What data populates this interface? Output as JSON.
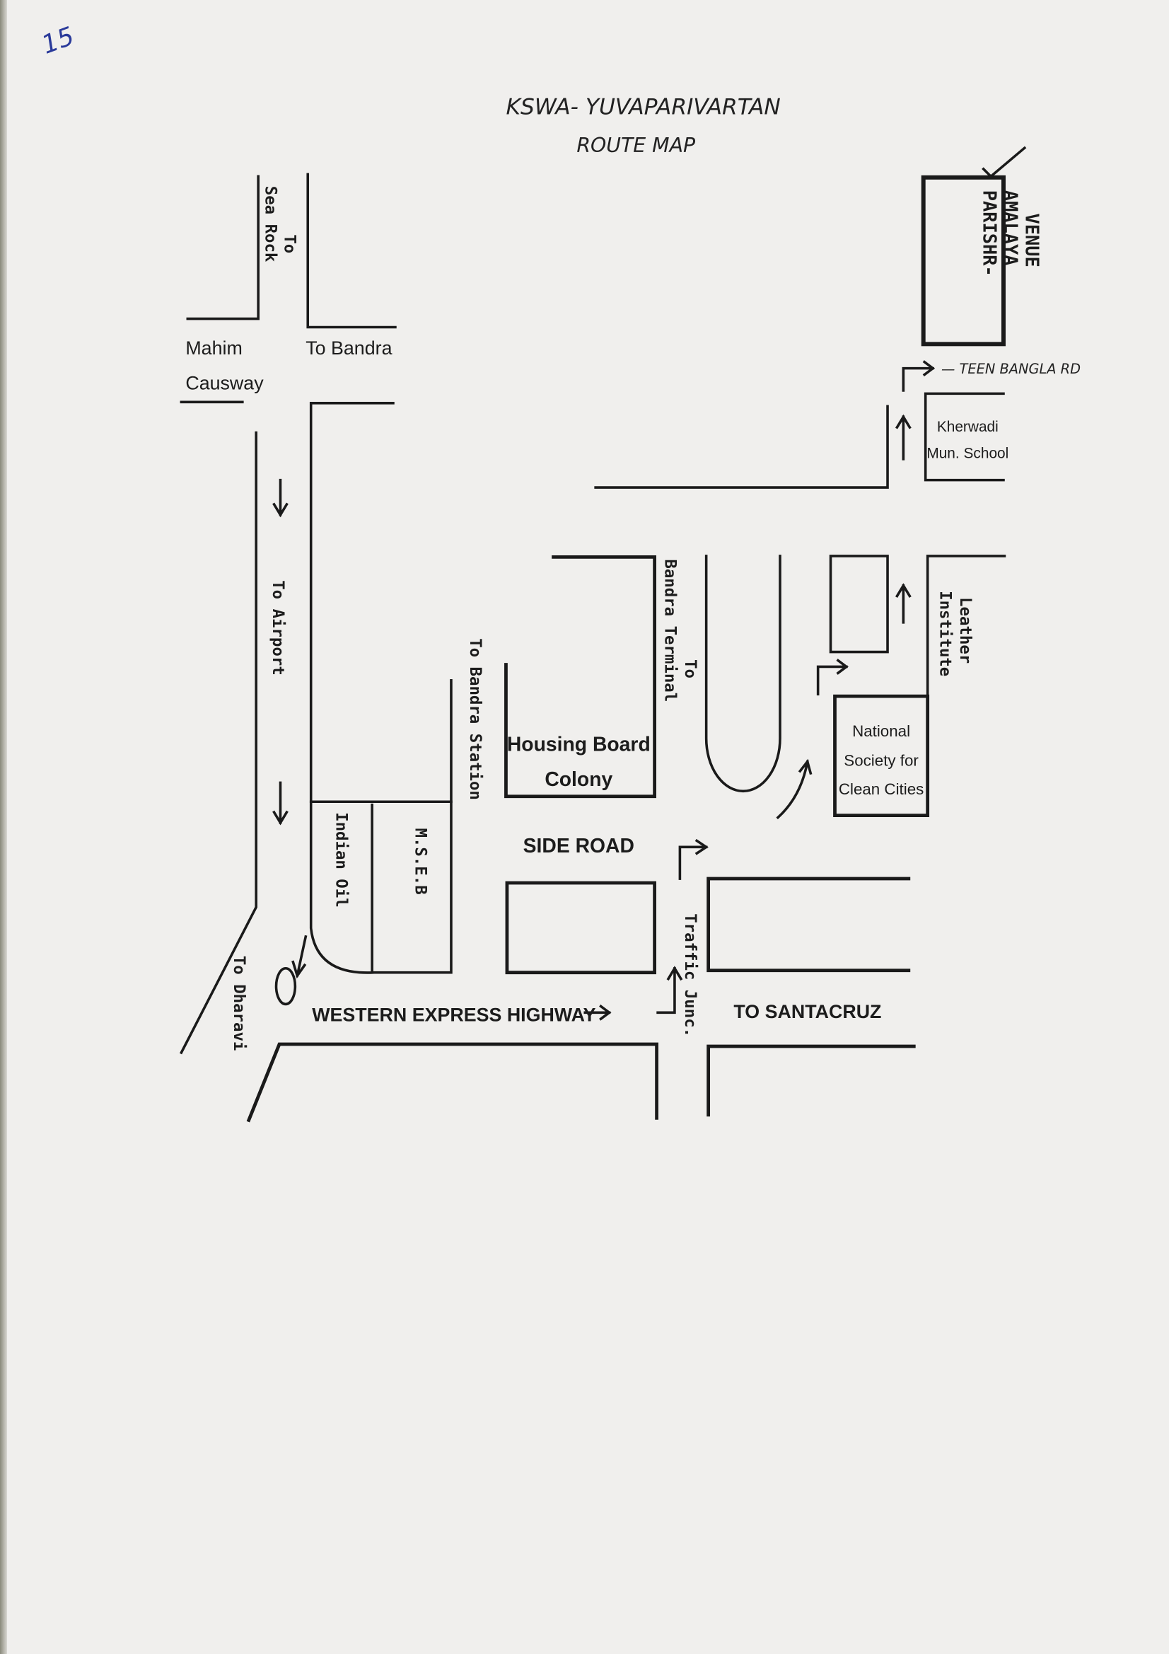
{
  "page_number": "15",
  "title": {
    "line1": "KSWA- YUVAPARIVARTAN",
    "line2": "ROUTE MAP"
  },
  "venue": {
    "line1": "PARISHR-",
    "line2": "AMALAYA",
    "line3": "VENUE"
  },
  "labels": {
    "to_sea_rock_1": "To",
    "to_sea_rock_2": "Sea Rock",
    "mahim_1": "Mahim",
    "mahim_2": "Causway",
    "to_bandra": "To Bandra",
    "to_airport": "To Airport",
    "indian_oil": "Indian Oil",
    "mseb": "M.S.E.B",
    "to_bandra_station": "To Bandra Station",
    "housing_1": "Housing Board",
    "housing_2": "Colony",
    "to_bandra_terminal_1": "To",
    "to_bandra_terminal_2": "Bandra Terminal",
    "side_road": "SIDE ROAD",
    "western_express_highway": "WESTERN EXPRESS HIGHWAY",
    "to_santacruz": "TO SANTACRUZ",
    "traffic_junc": "Traffic Junc.",
    "to_dharavi": "To Dharavi",
    "nscc_1": "National",
    "nscc_2": "Society for",
    "nscc_3": "Clean Cities",
    "leather_1": "Leather",
    "leather_2": "Institute",
    "kherwadi_1": "Kherwadi",
    "kherwadi_2": "Mun. School",
    "teen_bangla": "— TEEN BANGLA RD"
  },
  "colors": {
    "ink": "#1a1a1a",
    "pen": "#2a3a9a",
    "paper": "#f0efed"
  }
}
